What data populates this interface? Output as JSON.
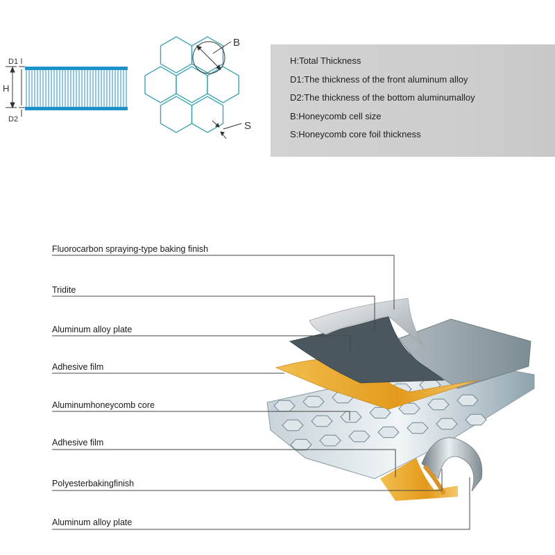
{
  "section_diagram": {
    "labels": {
      "d1": "D1",
      "h": "H",
      "d2": "D2",
      "b": "B",
      "s": "S"
    },
    "colors": {
      "panel": "#1c92c8",
      "hexagon": "#3fa4b4",
      "dimension": "#333333"
    }
  },
  "legend": {
    "items": [
      "H:Total Thickness",
      "D1:The thickness of the front aluminum alloy",
      "D2:The thickness of the bottom aluminumalloy",
      "B:Honeycomb cell size",
      "S:Honeycomb core foil thickness"
    ],
    "background": "#cfcfcf"
  },
  "layers": {
    "labels": [
      "Fluorocarbon spraying-type baking finish",
      "Tridite",
      "Aluminum alloy plate",
      "Adhesive film",
      "Aluminumhoneycomb core",
      "Adhesive film",
      "Polyesterbakingfinish",
      "Aluminum alloy plate"
    ],
    "colors": {
      "finish": "#c9ced1",
      "tridite": "#4a575e",
      "plate": "#8d9ca2",
      "adhesive": "#e8a530",
      "core": "#9fb1bb",
      "leader": "#444444"
    }
  }
}
